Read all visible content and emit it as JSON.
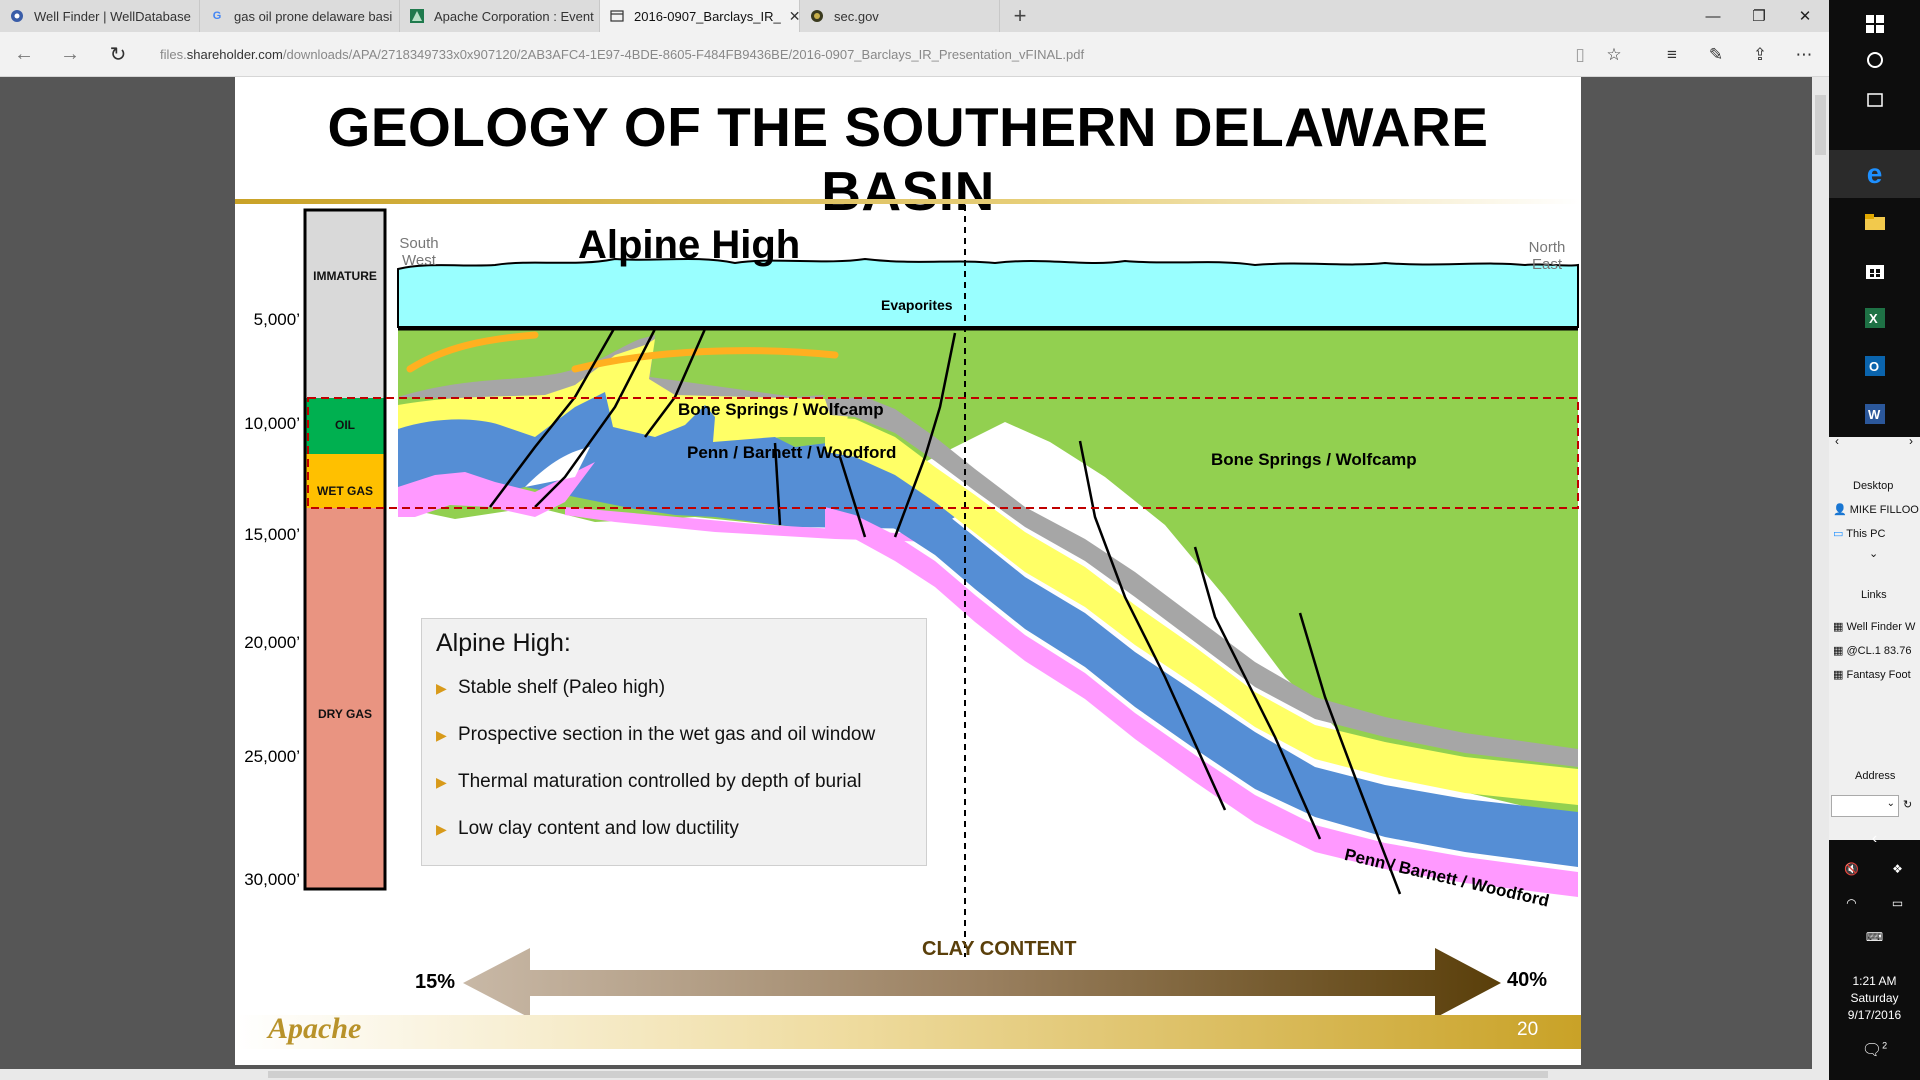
{
  "browser": {
    "tabs": [
      {
        "label": "Well Finder | WellDatabase",
        "icon": "welldatabase-icon"
      },
      {
        "label": "gas oil prone delaware basi",
        "icon": "google-icon"
      },
      {
        "label": "Apache Corporation : Event",
        "icon": "apache-icon"
      },
      {
        "label": "2016-0907_Barclays_IR_",
        "icon": "pdf-tab-icon",
        "active": true
      },
      {
        "label": "sec.gov",
        "icon": "sec-icon"
      }
    ],
    "new_tab": "+",
    "window_controls": {
      "minimize": "—",
      "restore": "❐",
      "close": "✕"
    },
    "address": {
      "prefix": "files.",
      "host": "shareholder.com",
      "path": "/downloads/APA/2718349733x0x907120/2AB3AFC4-1E97-4BDE-8605-F484FB9436BE/2016-0907_Barclays_IR_Presentation_vFINAL.pdf"
    }
  },
  "slide": {
    "title": "GEOLOGY OF THE SOUTHERN DELAWARE BASIN",
    "region_label": "Alpine High",
    "compass_sw": [
      "South",
      "West"
    ],
    "compass_ne": [
      "North",
      "East"
    ],
    "evaporites": "Evaporites",
    "formation_upper": "Bone Springs / Wolfcamp",
    "formation_lower": "Penn / Barnett / Woodford",
    "formation_right": "Bone Springs / Wolfcamp",
    "formation_right_lower": "Penn / Barnett / Woodford",
    "depths": [
      "5,000’",
      "10,000’",
      "15,000’",
      "20,000’",
      "25,000’",
      "30,000’"
    ],
    "maturity_zones": [
      {
        "label": "IMMATURE",
        "color": "#d9d9d9"
      },
      {
        "label": "OIL",
        "color": "#00b050"
      },
      {
        "label": "WET GAS",
        "color": "#ffc000"
      },
      {
        "label": "DRY GAS",
        "color": "#e99481"
      }
    ],
    "info_box": {
      "title": "Alpine High:",
      "items": [
        "Stable shelf (Paleo high)",
        "Prospective section in the wet gas and oil window",
        "Thermal maturation controlled by depth of burial",
        "Low clay content and low ductility"
      ]
    },
    "clay": {
      "label": "CLAY CONTENT",
      "low": "15%",
      "high": "40%"
    },
    "logo": "Apache",
    "page_number": "20",
    "colors": {
      "evaporite": "#99ffff",
      "green_fill": "#92d050",
      "yellow": "#ffff66",
      "blue": "#558ed5",
      "pink": "#ff99ff",
      "gold": "#c9a227",
      "dash_red": "#c00000"
    }
  },
  "taskbar": {
    "panel": {
      "desktop": "Desktop",
      "items": [
        "MIKE FILLOO",
        "This PC"
      ],
      "links_header": "Links",
      "links": [
        "Well Finder W",
        "@CL.1 83.76",
        "Fantasy Foot"
      ],
      "address_label": "Address"
    },
    "clock": {
      "time": "1:21 AM",
      "day": "Saturday",
      "date": "9/17/2016"
    },
    "notification_count": "2"
  }
}
